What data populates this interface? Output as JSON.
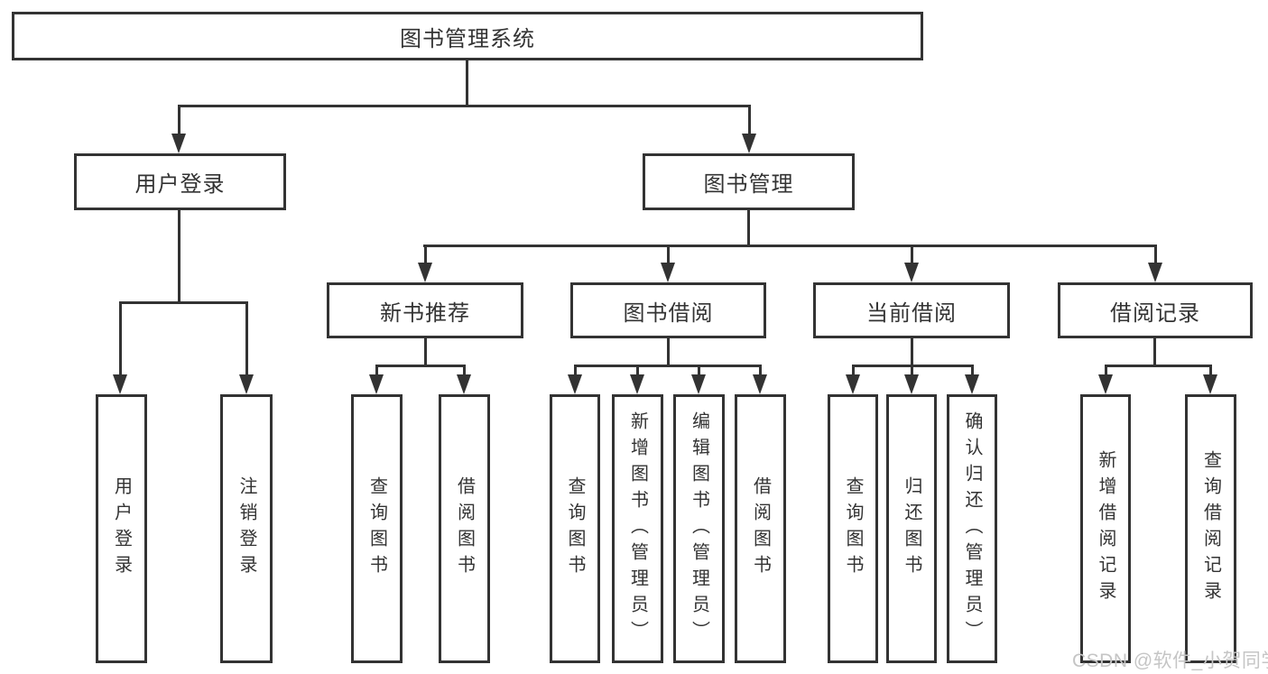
{
  "nodes": {
    "root": {
      "label": "图书管理系统"
    },
    "user_login": {
      "label": "用户登录"
    },
    "book_mgmt": {
      "label": "图书管理"
    },
    "new_book_rec": {
      "label": "新书推荐"
    },
    "book_borrow": {
      "label": "图书借阅"
    },
    "current_borrow": {
      "label": "当前借阅"
    },
    "borrow_records": {
      "label": "借阅记录"
    },
    "leaf_user_login": {
      "label": "用户登录"
    },
    "leaf_logout": {
      "label": "注销登录"
    },
    "leaf_rec_query_book": {
      "label": "查询图书"
    },
    "leaf_rec_borrow_book": {
      "label": "借阅图书"
    },
    "leaf_bb_query_book": {
      "label": "查询图书"
    },
    "leaf_bb_add_book": {
      "label": "新增图书（管理员）"
    },
    "leaf_bb_edit_book": {
      "label": "编辑图书（管理员）"
    },
    "leaf_bb_borrow_book": {
      "label": "借阅图书"
    },
    "leaf_cb_query_book": {
      "label": "查询图书"
    },
    "leaf_cb_return_book": {
      "label": "归还图书"
    },
    "leaf_cb_confirm_return": {
      "label": "确认归还（管理员）"
    },
    "leaf_br_add_record": {
      "label": "新增借阅记录"
    },
    "leaf_br_query_record": {
      "label": "查询借阅记录"
    }
  },
  "watermark": "CSDN @软件_小贺同学",
  "colors": {
    "line": "#333333",
    "text": "#333333",
    "watermark": "#c5c5c5",
    "background": "#ffffff"
  }
}
